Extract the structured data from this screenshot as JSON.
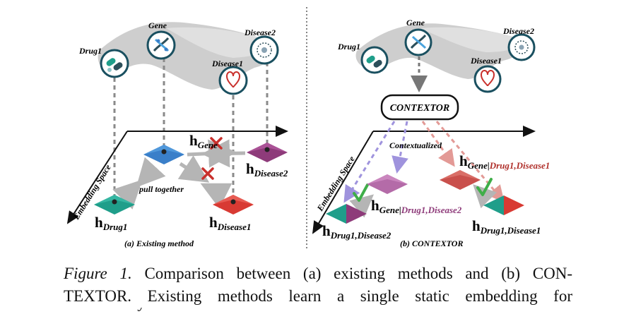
{
  "panel_a": {
    "entities": {
      "drug": "Drug1",
      "gene": "Gene",
      "disease1": "Disease1",
      "disease2": "Disease2"
    },
    "axis_label": "Embedding Space",
    "embeddings": {
      "gene": {
        "h": "h",
        "sub": "Gene"
      },
      "disease2": {
        "h": "h",
        "sub": "Disease2"
      },
      "drug": {
        "h": "h",
        "sub": "Drug1"
      },
      "disease1": {
        "h": "h",
        "sub": "Disease1"
      }
    },
    "pull_label": "pull together",
    "caption": "(a) Existing method"
  },
  "panel_b": {
    "entities": {
      "drug": "Drug1",
      "gene": "Gene",
      "disease1": "Disease1",
      "disease2": "Disease2"
    },
    "contextor_label": "CONTEXTOR",
    "contextualized_label": "Contextualized",
    "axis_label": "Embedding Space",
    "embeddings": {
      "gene_ctx1": {
        "h": "h",
        "sub_main": "Gene|",
        "sub_ctx": "Drug1,Disease1"
      },
      "gene_ctx2": {
        "h": "h",
        "sub_main": "Gene|",
        "sub_ctx": "Drug1,Disease2"
      },
      "drug_ctx2": {
        "h": "h",
        "sub": "Drug1,Disease2"
      },
      "drug_ctx1": {
        "h": "h",
        "sub": "Drug1,Disease1"
      }
    },
    "caption": "(b) CONTEXTOR"
  },
  "caption": {
    "fig_num": "Figure 1.",
    "line1": "Comparison between (a) existing methods and (b) CON-",
    "line2": "TEXTOR. Existing methods learn a single static embedding for",
    "line3": "each entity which can conflate distinct semantic roles when the"
  },
  "colors": {
    "gene": "#3a7fc9",
    "drug": "#1f9e8a",
    "disease1": "#d83a33",
    "disease2": "#8e3b7a",
    "ctx_gene1": "#c9504c",
    "ctx_gene2": "#b46ba8",
    "cross": "#c9302c",
    "check": "#3fae49"
  }
}
